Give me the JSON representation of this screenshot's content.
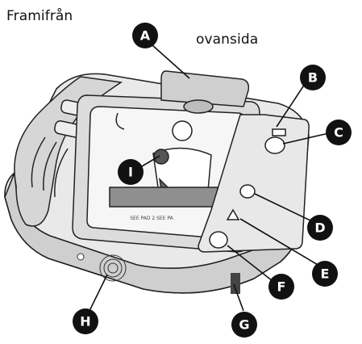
{
  "view_title": "Framifrån",
  "top_side_label": "ovansida",
  "pad_cartridge_text": "SEE PAD 2 SEE PA",
  "callouts": [
    {
      "letter": "A",
      "target": "handle"
    },
    {
      "letter": "B",
      "target": "status-indicator"
    },
    {
      "letter": "C",
      "target": "on-off-button"
    },
    {
      "letter": "D",
      "target": "shock-button"
    },
    {
      "letter": "E",
      "target": "caution-light"
    },
    {
      "letter": "F",
      "target": "i-button"
    },
    {
      "letter": "G",
      "target": "infrared-port"
    },
    {
      "letter": "H",
      "target": "speaker"
    },
    {
      "letter": "I",
      "target": "pads-cartridge"
    }
  ]
}
